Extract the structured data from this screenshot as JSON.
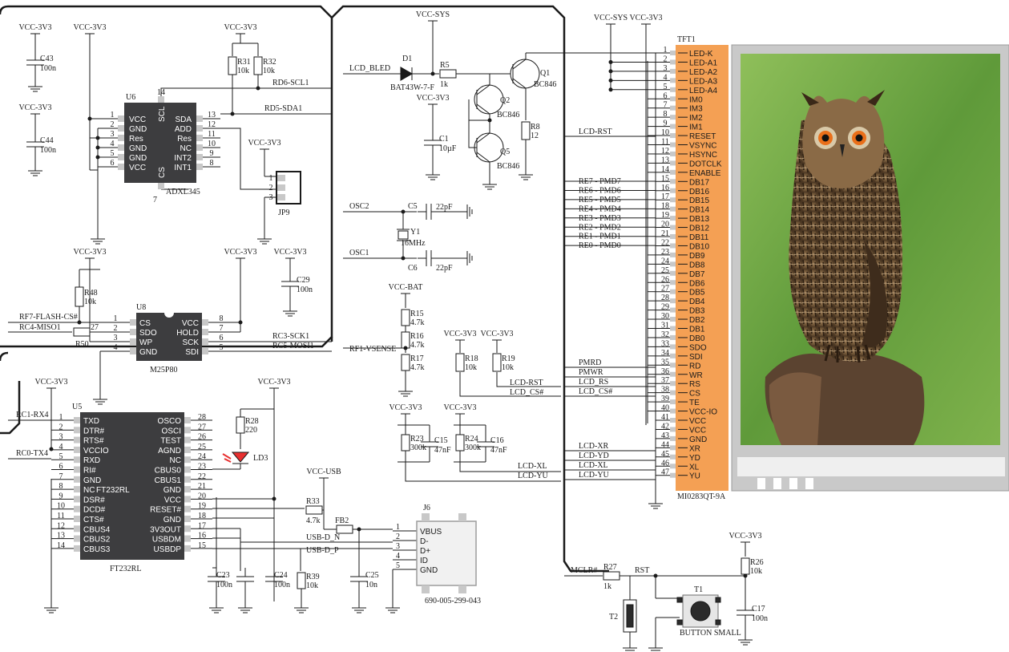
{
  "supplies": {
    "vcc33": "VCC-3V3",
    "vccsys": "VCC-SYS",
    "vccbat": "VCC-BAT",
    "vccusb": "VCC-USB"
  },
  "nets": {
    "lcd_bled": "LCD_BLED",
    "rd6": "RD6-SCL1",
    "rd5": "RD5-SDA1",
    "osc2": "OSC2",
    "osc1": "OSC1",
    "rf7": "RF7-FLASH-CS#",
    "rc4": "RC4-MISO1",
    "rc3": "RC3-SCK1",
    "rc5": "RC5-MOSI1",
    "rf1": "RF1-VSENSE",
    "rc1": "RC1-RX4",
    "rc0": "RC0-TX4",
    "lcd_rst": "LCD-RST",
    "lcd_rst2": "LCD-RST",
    "lcd_cs": "LCD_CS#",
    "pmrd": "PMRD",
    "pmwr": "PMWR",
    "lcd_rs": "LCD_RS",
    "lcd_cs2": "LCD_CS#",
    "lcd_xr": "LCD-XR",
    "lcd_yd": "LCD-YD",
    "lcd_xl": "LCD-XL",
    "lcd_yu": "LCD-YU",
    "lcd_xl2": "LCD-XL",
    "lcd_yu2": "LCD-YU",
    "usbdn": "USB-D_N",
    "usbdp": "USB-D_P",
    "mclr": "MCLR#",
    "rst": "RST",
    "pmd": [
      "RE7 - PMD7",
      "RE6 - PMD6",
      "RE5 - PMD5",
      "RE4 - PMD4",
      "RE3 - PMD3",
      "RE2 - PMD2",
      "RE1 - PMD1",
      "RE0 - PMD0"
    ]
  },
  "parts": {
    "c43": "C43",
    "c43v": "100n",
    "c44": "C44",
    "c44v": "100n",
    "u6": "U6",
    "adxl": "ADXL345",
    "r31": "R31",
    "r31v": "10k",
    "r32": "R32",
    "r32v": "10k",
    "jp9": "JP9",
    "d1": "D1",
    "d1v": "BAT43W-7-F",
    "r5": "R5",
    "r5v": "1k",
    "q1": "Q1",
    "q1v": "BC846",
    "q2": "Q2",
    "q2v": "BC846",
    "q5": "Q5",
    "q5v": "BC846",
    "c1": "C1",
    "c1v": "10µF",
    "r8": "R8",
    "r8v": "12",
    "c5": "C5",
    "c5v": "22pF",
    "y1": "Y1",
    "y1v": "16MHz",
    "c6": "C6",
    "c6v": "22pF",
    "r48": "R48",
    "r48v": "10k",
    "u8": "U8",
    "r50": "R50",
    "m25": "M25P80",
    "c29": "C29",
    "c29v": "100n",
    "r15": "R15",
    "r15v": "4.7k",
    "r16": "R16",
    "r16v": "4.7k",
    "r17": "R17",
    "r17v": "4.7k",
    "r18": "R18",
    "r18v": "10k",
    "r19": "R19",
    "r19v": "10k",
    "u5": "U5",
    "ft": "FT232RL",
    "ftbig": "FT232RL",
    "r28": "R28",
    "r28v": "220",
    "ld3": "LD3",
    "r33": "R33",
    "r33v": "4.7k",
    "fb2": "FB2",
    "j6": "J6",
    "j6v": "690-005-299-043",
    "c23": "C23",
    "c23v": "100n",
    "c24": "C24",
    "c24v": "100n",
    "r39": "R39",
    "r39v": "10k",
    "c25": "C25",
    "c25v": "10n",
    "r23": "R23",
    "r23v": "300k",
    "c15": "C15",
    "c15v": "47nF",
    "r24": "R24",
    "r24v": "300k",
    "c16": "C16",
    "c16v": "47nF",
    "tft1": "TFT1",
    "tftpart": "MI0283QT-9A",
    "r27": "R27",
    "r27v": "1k",
    "r26": "R26",
    "r26v": "10k",
    "c17": "C17",
    "c17v": "100n",
    "t1": "T1",
    "t1v": "BUTTON SMALL",
    "t2": "T2"
  },
  "u6": {
    "left": [
      "VCC",
      "GND",
      "Res",
      "GND",
      "GND",
      "VCC"
    ],
    "lnum": [
      "1",
      "2",
      "3",
      "4",
      "5",
      "6"
    ],
    "right": [
      "SDA",
      "ADD",
      "Res",
      "NC",
      "INT2",
      "INT1"
    ],
    "rnum": [
      "13",
      "12",
      "11",
      "10",
      "9",
      "8"
    ],
    "scl": "SCL",
    "cs": "CS",
    "p14": "14",
    "p7": "7"
  },
  "jp9": {
    "pins": [
      "1",
      "2",
      "3"
    ]
  },
  "u8": {
    "left": [
      "CS",
      "SDO",
      "WP",
      "GND"
    ],
    "lnum": [
      "1",
      "2",
      "3",
      "4"
    ],
    "right": [
      "VCC",
      "HOLD",
      "SCK",
      "SDI"
    ],
    "rnum": [
      "8",
      "7",
      "6",
      "5"
    ],
    "r50pin": "27"
  },
  "u5": {
    "left": [
      "TXD",
      "DTR#",
      "RTS#",
      "VCCIO",
      "RXD",
      "RI#",
      "GND",
      "NC",
      "DSR#",
      "DCD#",
      "CTS#",
      "CBUS4",
      "CBUS2",
      "CBUS3"
    ],
    "lnum": [
      "1",
      "2",
      "3",
      "4",
      "5",
      "6",
      "7",
      "8",
      "9",
      "10",
      "11",
      "12",
      "13",
      "14"
    ],
    "right": [
      "OSCO",
      "OSCI",
      "TEST",
      "AGND",
      "NC",
      "CBUS0",
      "CBUS1",
      "GND",
      "VCC",
      "RESET#",
      "GND",
      "3V3OUT",
      "USBDM",
      "USBDP"
    ],
    "rnum": [
      "28",
      "27",
      "26",
      "25",
      "24",
      "23",
      "22",
      "21",
      "20",
      "19",
      "18",
      "17",
      "16",
      "15"
    ]
  },
  "j6": {
    "pins": [
      "VBUS",
      "D-",
      "D+",
      "ID",
      "GND"
    ],
    "nums": [
      "1",
      "2",
      "3",
      "4",
      "5"
    ]
  },
  "tft": {
    "pins": [
      "LED-K",
      "LED-A1",
      "LED-A2",
      "LED-A3",
      "LED-A4",
      "IM0",
      "IM3",
      "IM2",
      "IM1",
      "RESET",
      "VSYNC",
      "HSYNC",
      "DOTCLK",
      "ENABLE",
      "DB17",
      "DB16",
      "DB15",
      "DB14",
      "DB13",
      "DB12",
      "DB11",
      "DB10",
      "DB9",
      "DB8",
      "DB7",
      "DB6",
      "DB5",
      "DB4",
      "DB3",
      "DB2",
      "DB1",
      "DB0",
      "SDO",
      "SDI",
      "RD",
      "WR",
      "RS",
      "CS",
      "TE",
      "VCC-IO",
      "VCC",
      "VCC",
      "GND",
      "XR",
      "YD",
      "XL",
      "YU"
    ]
  },
  "colors": {
    "ink": "#1a1a1a",
    "chip": "#3d3d3f",
    "tft_strip": "#f4a054",
    "frame": "#c9c9c9",
    "led": "#e83030"
  }
}
